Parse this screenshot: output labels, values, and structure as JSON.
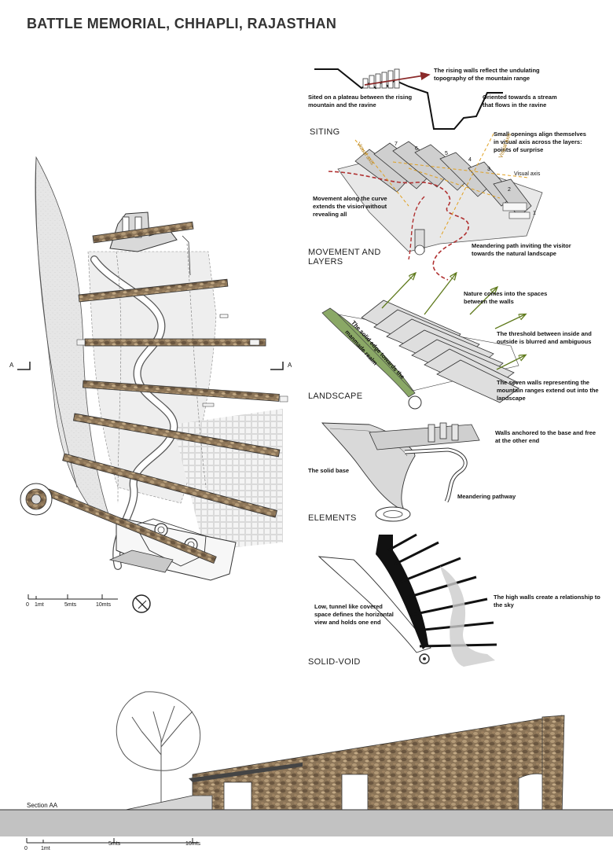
{
  "title": "BATTLE MEMORIAL,  CHHAPLI, RAJASTHAN",
  "sections": {
    "siting": "SITING",
    "movement_1": "MOVEMENT AND",
    "movement_2": "LAYERS",
    "landscape": "LANDSCAPE",
    "elements": "ELEMENTS",
    "solid_void": "SOLID-VOID",
    "section_aa": "Section AA"
  },
  "annotations": {
    "rising_walls_1": "The rising walls reflect the undulating",
    "rising_walls_2": "topography of the mountain range",
    "sited_1": "Sited on a plateau between the rising",
    "sited_2": "mountain and the ravine",
    "oriented_1": "Oriented towards a stream",
    "oriented_2": "that flows in the ravine",
    "small_open_1": "Small openings align themselves",
    "small_open_2": "in visual axis across the layers:",
    "small_open_3": "points of surprise",
    "visual_axis": "Visual axis",
    "movement_curve_1": "Movement along the curve",
    "movement_curve_2": "extends the vision without",
    "movement_curve_3": "revealing all",
    "meander_path_1": "Meandering path inviting the visitor",
    "meander_path_2": "towards the natural landscape",
    "nature_1": "Nature comes into the spaces",
    "nature_2": "between the walls",
    "threshold_1": "The threshold between inside and",
    "threshold_2": "outside is blurred and ambiguous",
    "solid_edge_1": "The solid edge towards the",
    "solid_edge_2": "manmade realm",
    "seven_walls_1": "The seven walls representing the",
    "seven_walls_2": "mountain ranges extend out into the",
    "seven_walls_3": "landscape",
    "anchored_1": "Walls anchored to the base and free",
    "anchored_2": "at the other end",
    "solid_base": "The solid base",
    "meander_pathway": "Meandering pathway",
    "tunnel_1": "Low, tunnel like covered",
    "tunnel_2": "space defines the horizontal",
    "tunnel_3": "view and holds one end",
    "high_walls_1": "The high walls create a relationship to",
    "high_walls_2": "the sky"
  },
  "layer_numbers": [
    "1",
    "2",
    "3",
    "4",
    "5",
    "6",
    "7"
  ],
  "scale_plan": {
    "zero": "0",
    "one": "1mt",
    "five": "5mts",
    "ten": "10mts"
  },
  "scale_section": {
    "zero": "0",
    "one": "1mt",
    "five": "5mts",
    "ten": "10mts"
  },
  "section_marker": "A",
  "colors": {
    "stone_dark": "#6b5a45",
    "stone_light": "#a89274",
    "paving": "#e3e3e3",
    "grass": "#8aa866",
    "arrow_red": "#8b2a2a",
    "arrow_green": "#5f7a1c",
    "axis_orange": "#e0a020",
    "path_red": "#b03030"
  }
}
